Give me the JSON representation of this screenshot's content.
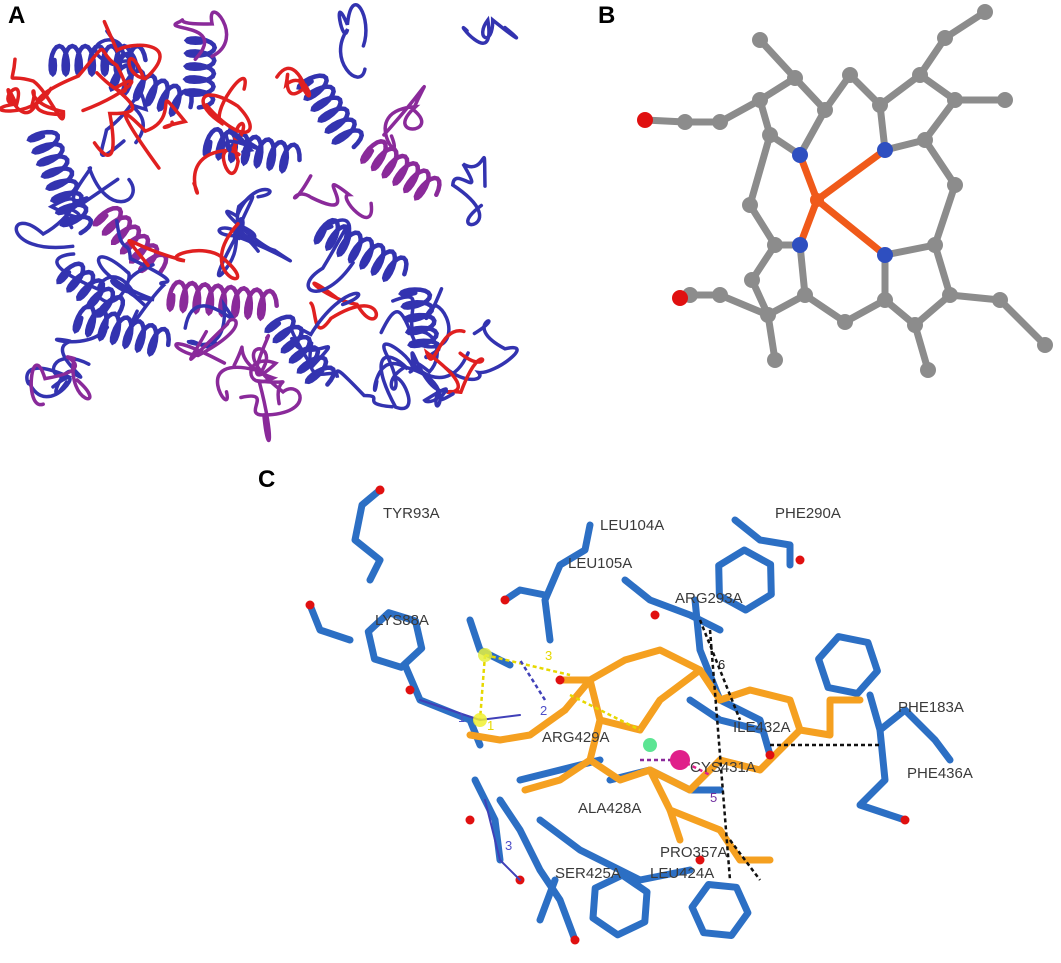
{
  "panels": {
    "a": {
      "label": "A"
    },
    "b": {
      "label": "B"
    },
    "c": {
      "label": "C"
    }
  },
  "residues": [
    "TYR93A",
    "LEU104A",
    "PHE290A",
    "LEU105A",
    "ARG293A",
    "LYS88A",
    "PHE183A",
    "ARG429A",
    "ILE432A",
    "CYS431A",
    "PHE436A",
    "ALA428A",
    "PRO357A",
    "SER425A",
    "LEU424A"
  ],
  "contact_numbers": [
    {
      "text": "1",
      "color": "#e6d800"
    },
    {
      "text": "1",
      "color": "#5050c8"
    },
    {
      "text": "2",
      "color": "#5050c8"
    },
    {
      "text": "3",
      "color": "#e6d800"
    },
    {
      "text": "3",
      "color": "#5050c8"
    },
    {
      "text": "5",
      "color": "#7030a0"
    },
    {
      "text": "6",
      "color": "#222222"
    }
  ],
  "colors": {
    "protein_blue": "#3333b0",
    "protein_purple": "#8a2a9a",
    "protein_red": "#e02020",
    "carbon_gray": "#8c8c8c",
    "nitrogen_blue": "#2e4fc0",
    "iron_orange": "#f05a1a",
    "oxygen_red": "#e01010",
    "residue_blue": "#2c6fc4",
    "heme_orange": "#f5a020",
    "iron_magenta": "#e0208a",
    "hbond_yellow": "#e6d800",
    "hbond_blue": "#4040b8",
    "hydrophobic_black": "#111111"
  }
}
